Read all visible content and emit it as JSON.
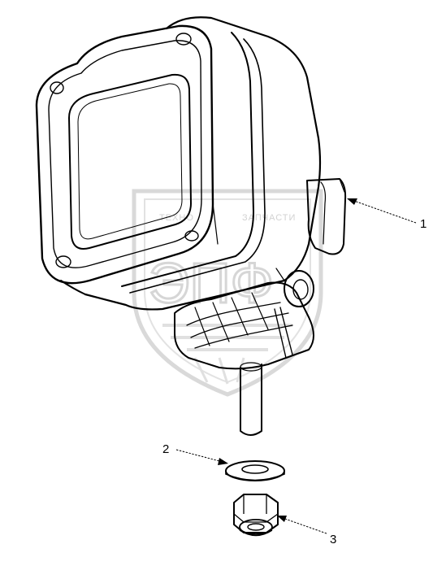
{
  "watermark": {
    "top_text": "ТЕХНО",
    "mid_text": "ЗАПЧАСТИ",
    "logo_letters": "ЭПФ",
    "color": "#d4d4d4"
  },
  "callouts": [
    {
      "number": "1",
      "part": "bracket-clip"
    },
    {
      "number": "2",
      "part": "washer"
    },
    {
      "number": "3",
      "part": "nut"
    }
  ],
  "line_color": "#000000"
}
